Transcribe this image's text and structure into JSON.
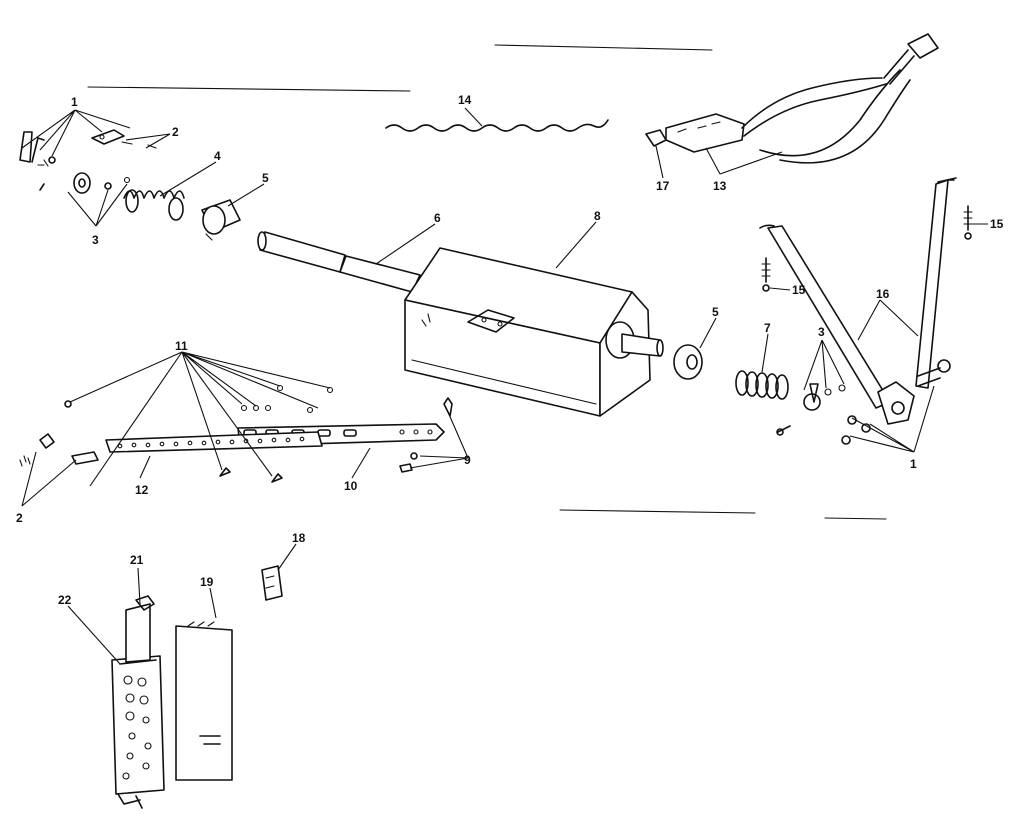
{
  "callouts": [
    {
      "id": "c1a",
      "text": "1"
    },
    {
      "id": "c2a",
      "text": "2"
    },
    {
      "id": "c3a",
      "text": "3"
    },
    {
      "id": "c4",
      "text": "4"
    },
    {
      "id": "c5a",
      "text": "5"
    },
    {
      "id": "c6",
      "text": "6"
    },
    {
      "id": "c8",
      "text": "8"
    },
    {
      "id": "c14",
      "text": "14"
    },
    {
      "id": "c17",
      "text": "17"
    },
    {
      "id": "c13",
      "text": "13"
    },
    {
      "id": "c15a",
      "text": "15"
    },
    {
      "id": "c15b",
      "text": "15"
    },
    {
      "id": "c16",
      "text": "16"
    },
    {
      "id": "c5b",
      "text": "5"
    },
    {
      "id": "c7",
      "text": "7"
    },
    {
      "id": "c3b",
      "text": "3"
    },
    {
      "id": "c1b",
      "text": "1"
    },
    {
      "id": "c11",
      "text": "11"
    },
    {
      "id": "c9",
      "text": "9"
    },
    {
      "id": "c10",
      "text": "10"
    },
    {
      "id": "c12",
      "text": "12"
    },
    {
      "id": "c2b",
      "text": "2"
    },
    {
      "id": "c18",
      "text": "18"
    },
    {
      "id": "c21",
      "text": "21"
    },
    {
      "id": "c19",
      "text": "19"
    },
    {
      "id": "c22",
      "text": "22"
    }
  ]
}
